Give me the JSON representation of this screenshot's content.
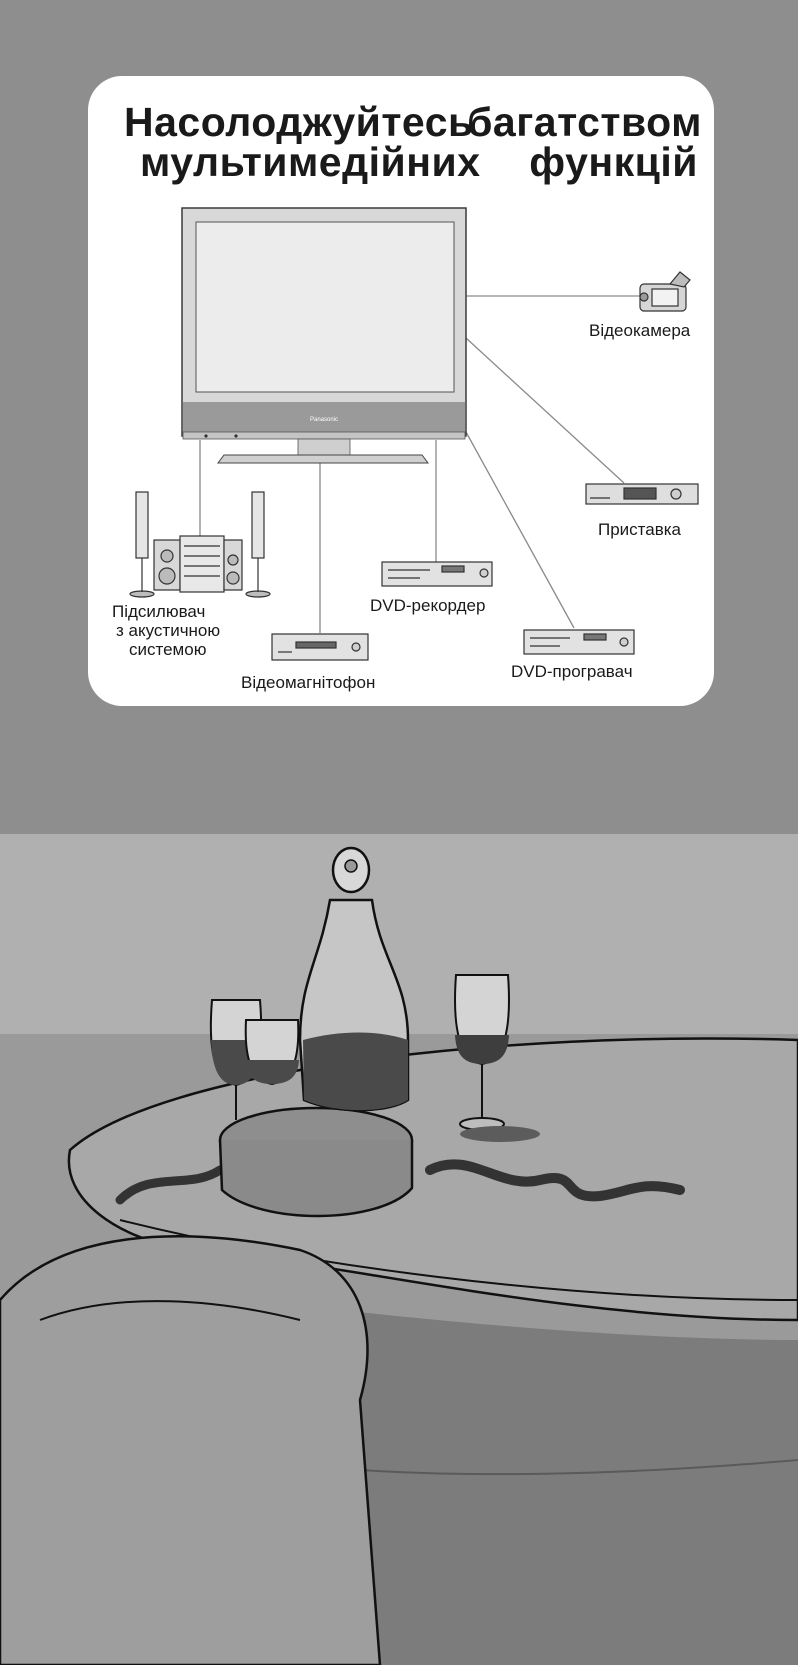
{
  "title": {
    "line1_left": "Насолоджуйтесь",
    "line1_right": "багатством",
    "line2_left": "мультимедійних",
    "line2_right": "функцій"
  },
  "tv": {
    "brand": "Panasonic"
  },
  "devices": {
    "camcorder": "Відеокамера",
    "settop_box": "Приставка",
    "dvd_recorder": "DVD-рекордер",
    "dvd_player": "DVD-програвач",
    "vcr": "Відеомагнітофон",
    "amplifier_line1": "Підсилювач",
    "amplifier_line2": "з    акустичною",
    "amplifier_line3": "системою"
  }
}
